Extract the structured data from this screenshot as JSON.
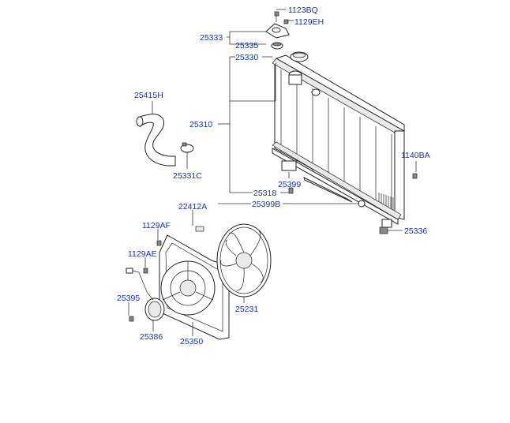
{
  "diagram": {
    "labels": {
      "p1123BQ": "1123BQ",
      "p1129EH": "1129EH",
      "p25333": "25333",
      "p25335": "25335",
      "p25330": "25330",
      "p25415H": "25415H",
      "p25310": "25310",
      "p25331C": "25331C",
      "p1140BA": "1140BA",
      "p25399": "25399",
      "p25318": "25318",
      "p22412A": "22412A",
      "p25399B": "25399B",
      "p1129AF": "1129AF",
      "p25336": "25336",
      "p1129AE": "1129AE",
      "p25395": "25395",
      "p25231": "25231",
      "p25386": "25386",
      "p25350": "25350"
    }
  }
}
